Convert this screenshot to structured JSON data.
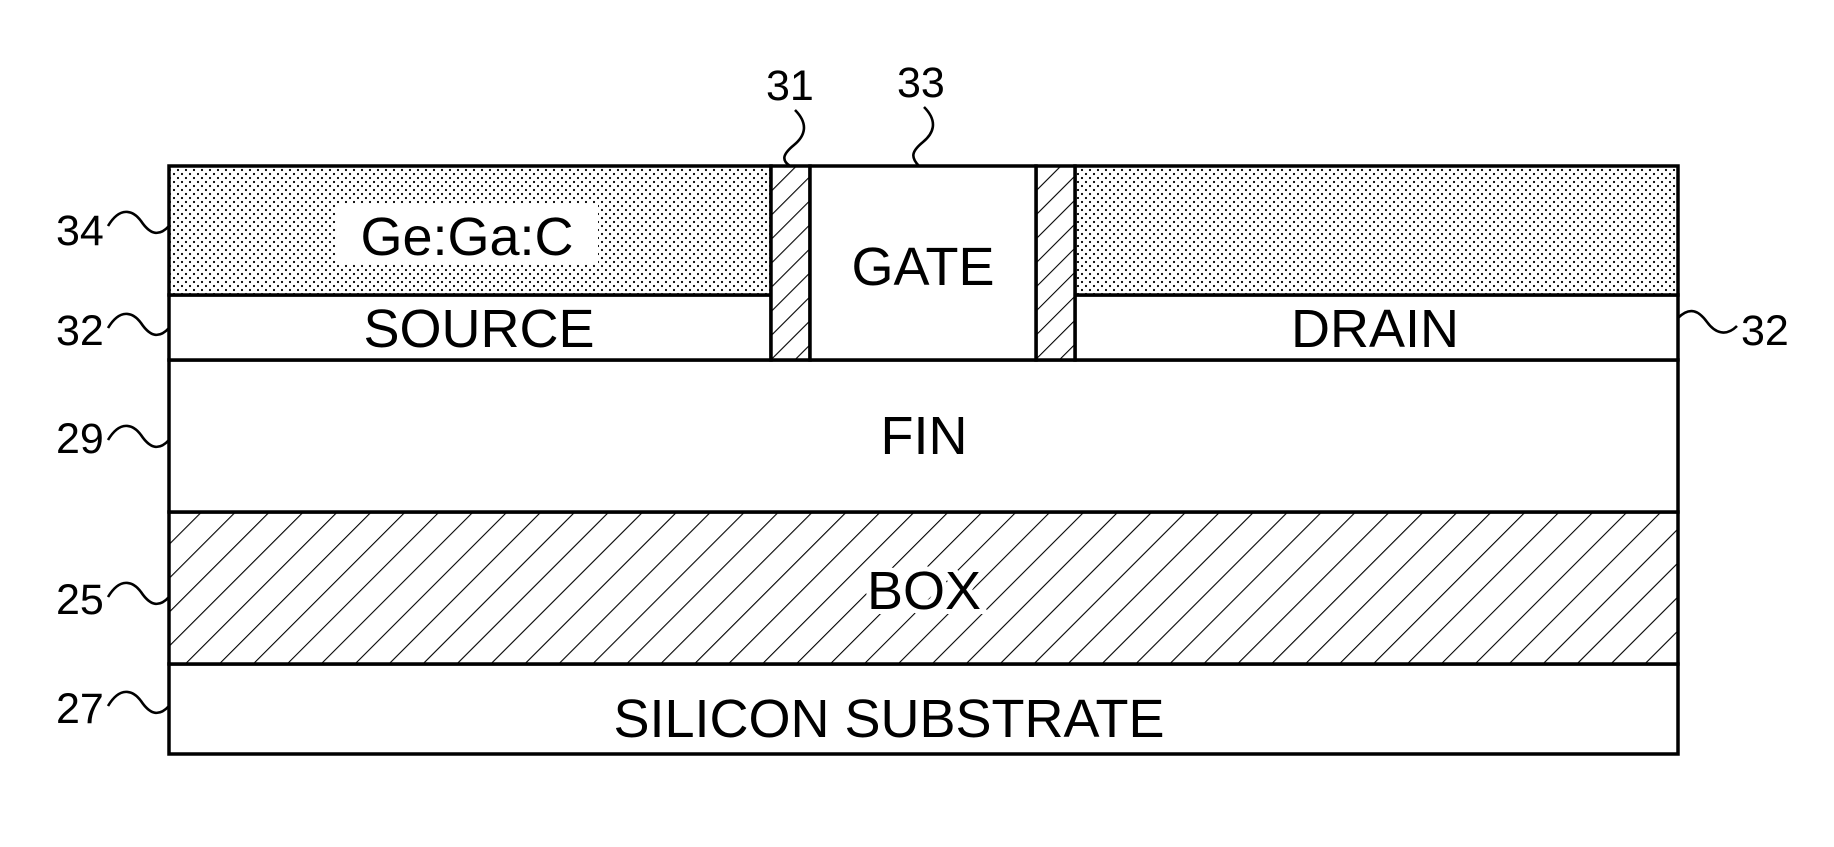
{
  "layers": {
    "cap": "Ge:Ga:C",
    "gate": "GATE",
    "source": "SOURCE",
    "drain": "DRAIN",
    "fin": "FIN",
    "box": "BOX",
    "substrate": "SILICON SUBSTRATE"
  },
  "refs": {
    "cap": "34",
    "source": "32",
    "drain": "32",
    "fin": "29",
    "box": "25",
    "substrate": "27",
    "spacer": "31",
    "gate": "33"
  },
  "colors": {
    "line": "#000000",
    "background": "#ffffff"
  }
}
